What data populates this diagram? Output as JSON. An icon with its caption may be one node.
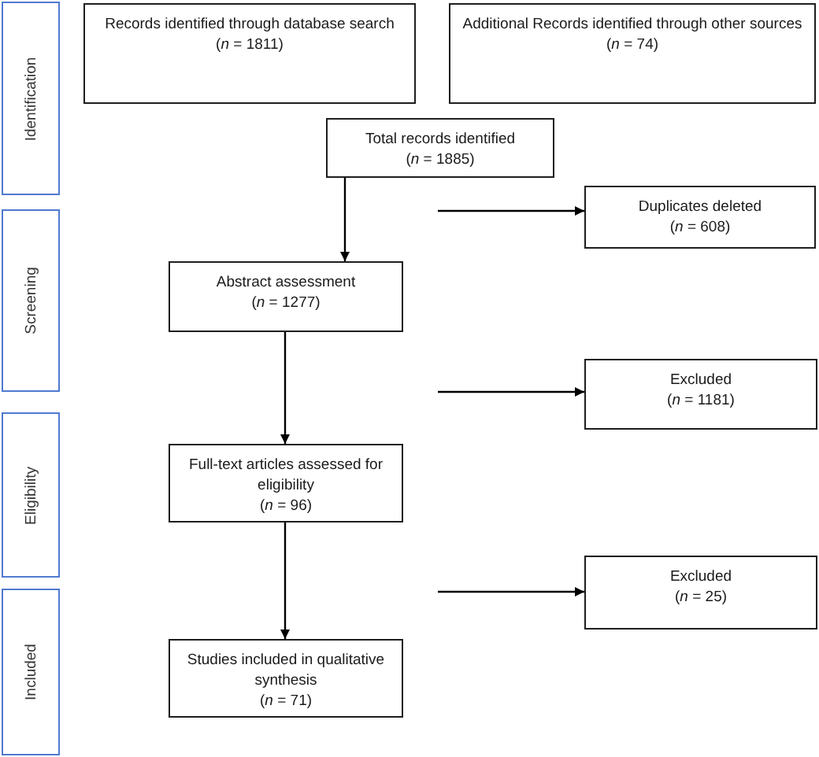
{
  "diagram": {
    "nodes": [
      {
        "text": [
          "Identification"
        ]
      },
      {
        "text": [
          "Records identified through database search",
          "(*n* = 1811)"
        ]
      },
      {
        "text": [
          "Additional Records identified through other sources",
          "(*n* = 74)"
        ]
      },
      {
        "text": [
          "Total records identified",
          "(*n* = 1885)"
        ]
      },
      {
        "text": [
          "Duplicates deleted",
          "(*n* = 608)"
        ]
      },
      {
        "text": [
          "Screening"
        ]
      },
      {
        "text": [
          "Abstract assessment",
          "(*n* = 1277)"
        ]
      },
      {
        "text": [
          "Excluded",
          "(*n* = 1181)"
        ]
      },
      {
        "text": [
          "Eligibility"
        ]
      },
      {
        "text": [
          "Full-text articles assessed for eligibility",
          "(*n* = 96)"
        ]
      },
      {
        "text": [
          "Excluded",
          "(*n* = 25)"
        ]
      },
      {
        "text": [
          "Included"
        ]
      },
      {
        "text": [
          "Studies included in qualitative synthesis",
          "(*n* = 71)"
        ]
      }
    ],
    "edges": [
      {
        "from": 3,
        "to": 6,
        "arrow": "to"
      },
      {
        "from": null,
        "to": 4,
        "arrow": "to"
      },
      {
        "from": 6,
        "to": 9,
        "arrow": "to"
      },
      {
        "from": null,
        "to": 7,
        "arrow": "to"
      },
      {
        "from": 9,
        "to": 12,
        "arrow": "to"
      },
      {
        "from": null,
        "to": 10,
        "arrow": "to"
      }
    ]
  }
}
